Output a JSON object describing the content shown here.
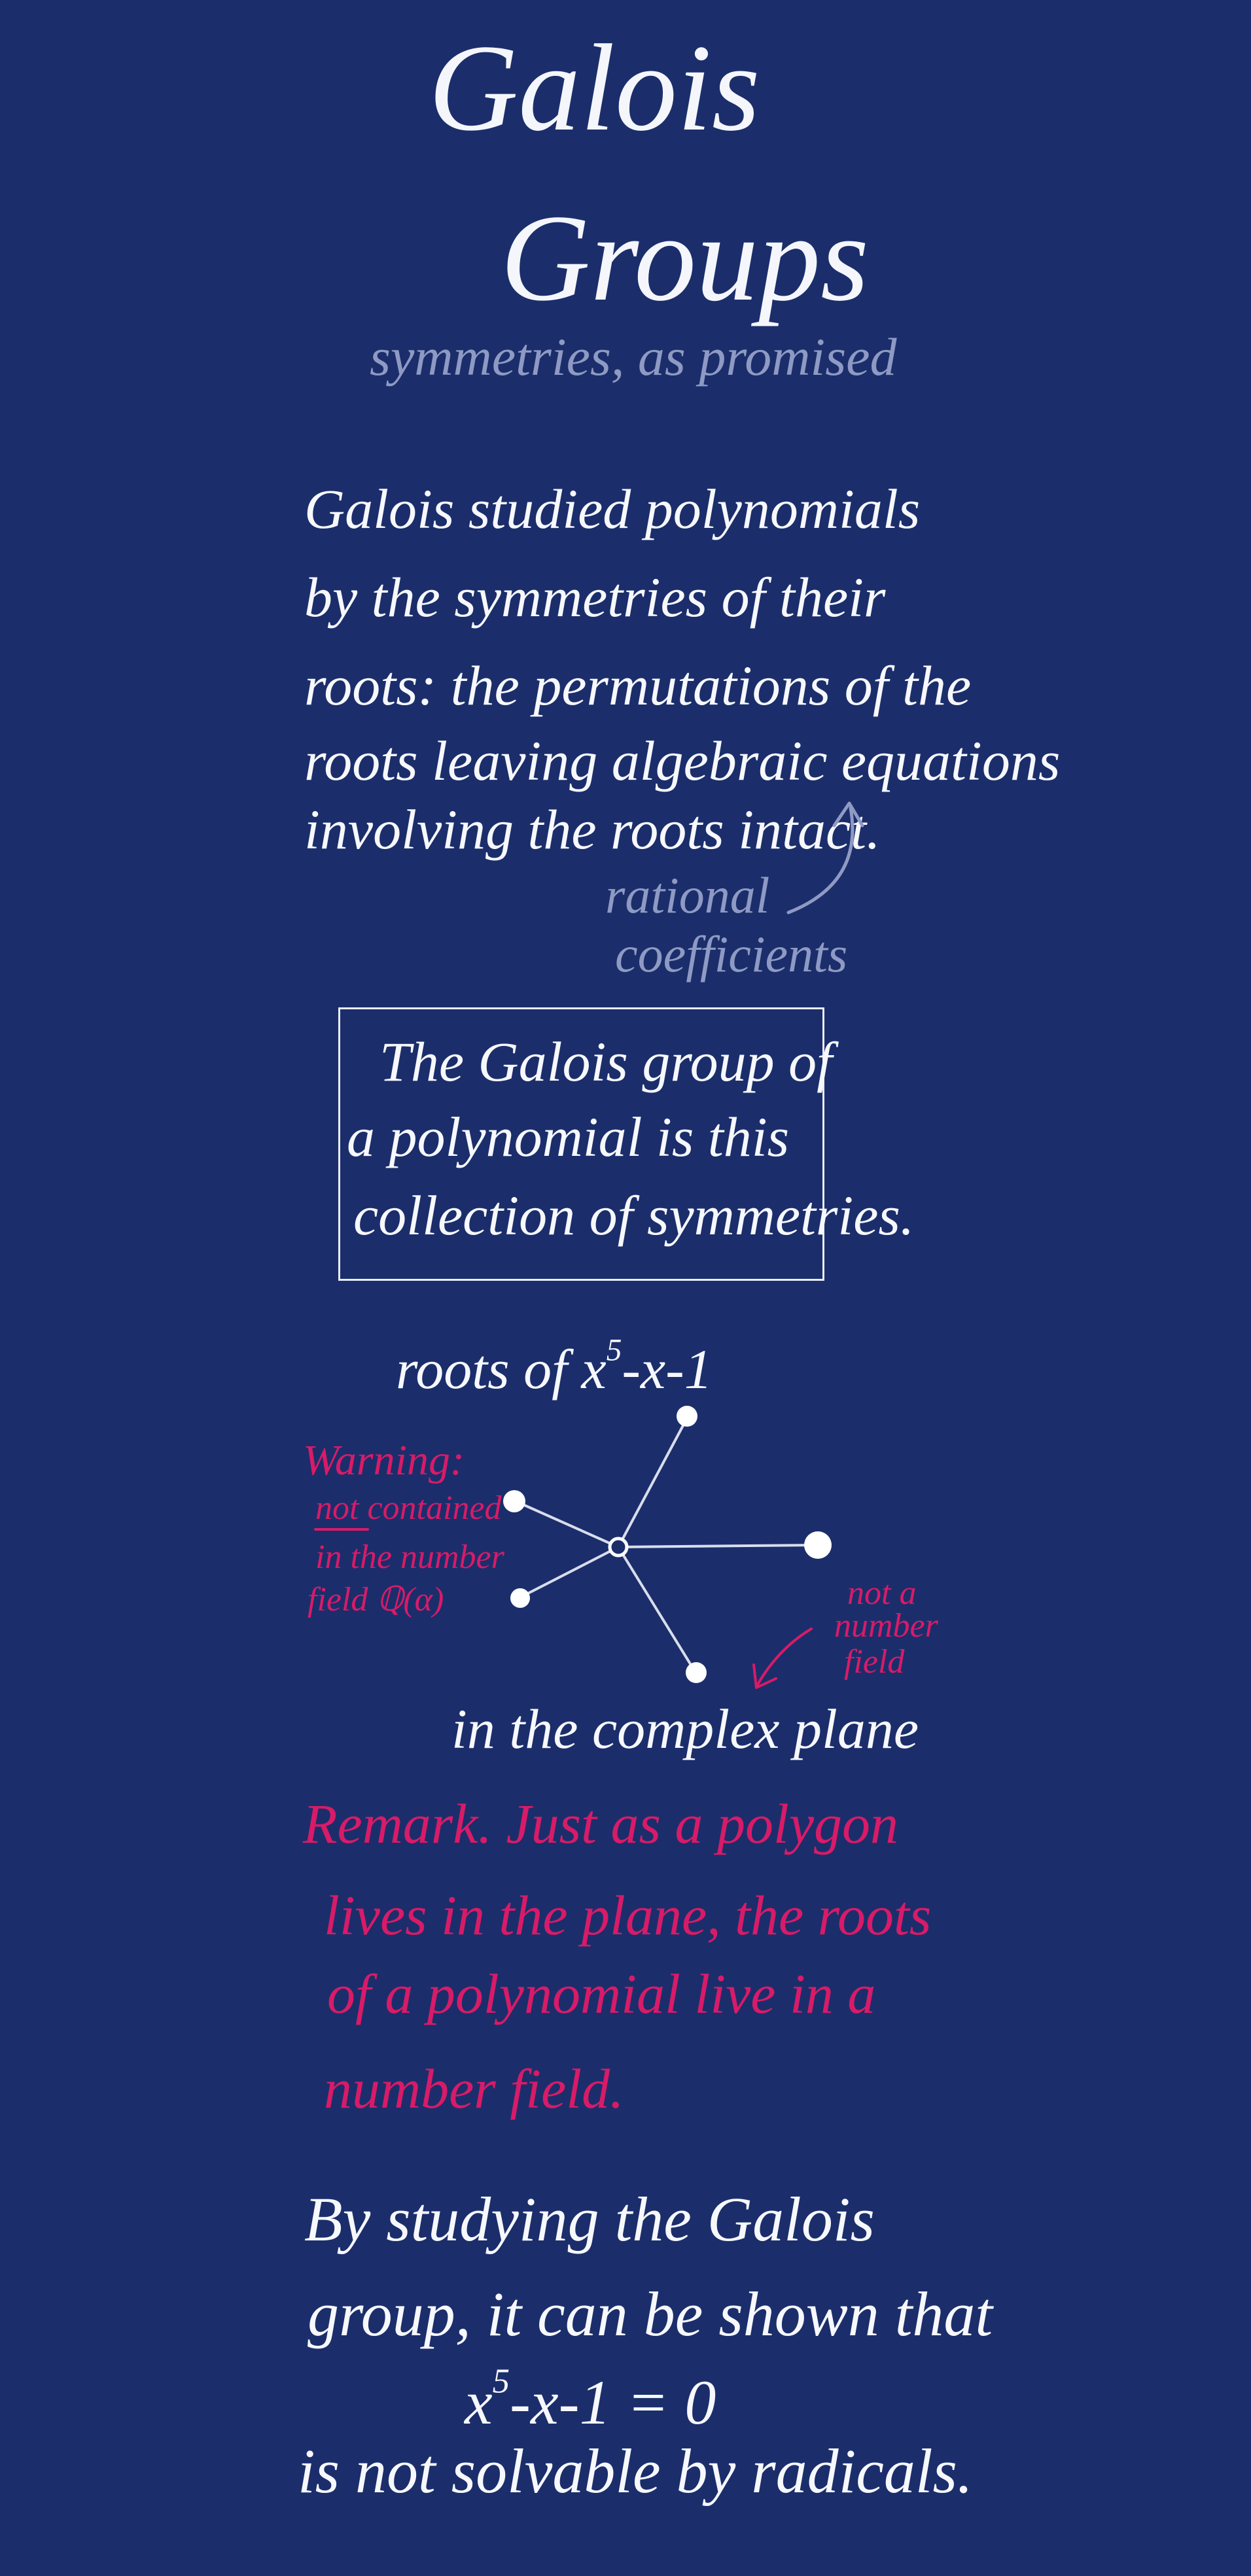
{
  "title": {
    "line1": "Galois",
    "line2": "Groups",
    "subtitle": "symmetries, as promised"
  },
  "intro": {
    "lines": [
      "Galois studied polynomials",
      "by the symmetries of their",
      "roots: the permutations of the",
      "roots leaving algebraic equations",
      "involving the roots intact."
    ],
    "annotation_line1": "rational",
    "annotation_line2": "coefficients"
  },
  "definition_box": {
    "lines": [
      "The Galois group of",
      "a polynomial is this",
      "collection of symmetries."
    ]
  },
  "diagram": {
    "caption_top_prefix": "roots of ",
    "caption_top_x": "x",
    "caption_top_exp": "5",
    "caption_top_suffix": "-x-1",
    "caption_bottom": "in the complex plane",
    "warning": {
      "title": "Warning:",
      "line1_underlined": "not",
      "line1_rest": " contained",
      "line2": "in the number",
      "line3": "field ℚ(α)"
    },
    "note_right_line1": "not a",
    "note_right_line2": "number",
    "note_right_line3": "field",
    "center_marker": "origin",
    "root_count": 5
  },
  "remark": {
    "lines": [
      "Remark. Just as a polygon",
      "lives in the plane, the roots",
      "of a polynomial live in a",
      "number field."
    ]
  },
  "conclusion": {
    "line1": "By studying the Galois",
    "line2": "group, it can be shown that",
    "equation_x": "x",
    "equation_exp": "5",
    "equation_rest": "-x-1 = 0",
    "line4": "is not solvable by radicals."
  },
  "colors": {
    "background": "#1b2e6b",
    "ink": "#f7f8fc",
    "muted": "#8f9ac4",
    "accent": "#d81b68"
  }
}
